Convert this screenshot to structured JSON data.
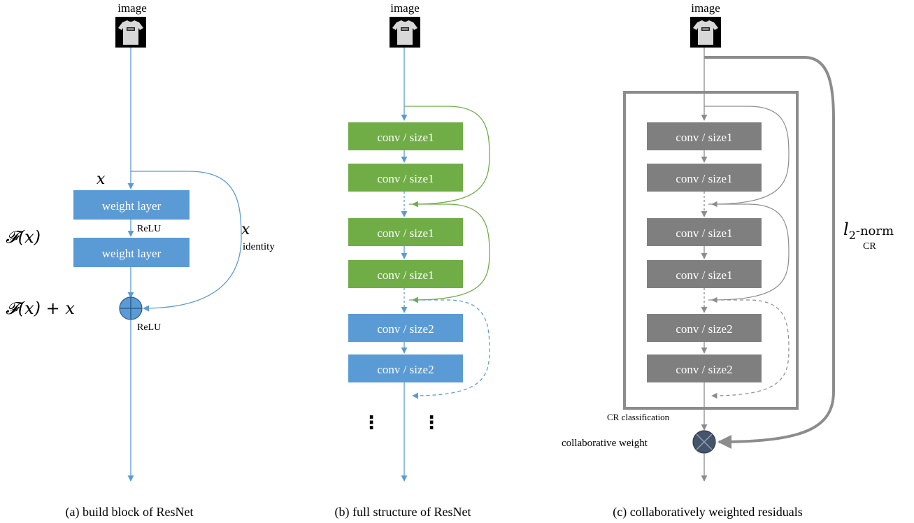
{
  "image_label": "image",
  "panel_a": {
    "caption": "(a) build block of ResNet",
    "x_label": "x",
    "f_label": "𝓕(x)",
    "sum_label": "𝓕(x) + x",
    "weight_layer_1": "weight layer",
    "weight_layer_2": "weight layer",
    "relu_mid": "ReLU",
    "relu_out": "ReLU",
    "identity_x": "x",
    "identity_label": "identity"
  },
  "panel_b": {
    "caption": "(b) full structure of ResNet",
    "blocks": [
      "conv / size1",
      "conv / size1",
      "conv / size1",
      "conv / size1",
      "conv / size2",
      "conv / size2"
    ],
    "ellipsis": "⋮"
  },
  "panel_c": {
    "caption": "(c) collaboratively weighted residuals",
    "blocks": [
      "conv / size1",
      "conv / size1",
      "conv / size1",
      "conv / size1",
      "conv / size2",
      "conv / size2"
    ],
    "cr_classification": "CR classification",
    "collaborative_weight": "collaborative weight",
    "norm_label": "l",
    "norm_sub": "2",
    "norm_suffix": "-norm",
    "norm_cr": "CR"
  },
  "colors": {
    "blue": "#5b9bd5",
    "blue_line": "#5b9bd5",
    "green": "#70ad47",
    "gray_box": "#7f7f7f",
    "gray_line": "#8c8c8c",
    "frame": "#8c8c8c",
    "sum_node": "#5b9bd5",
    "weight_node": "#44546a"
  }
}
